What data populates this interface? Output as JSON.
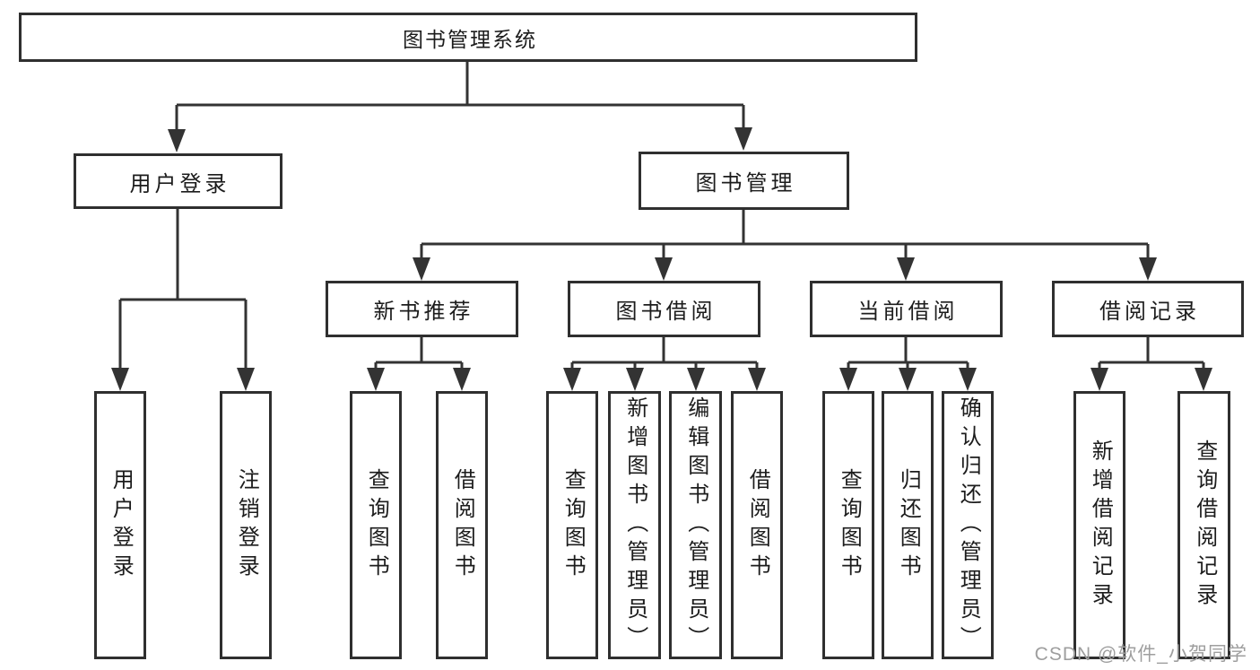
{
  "nodes": {
    "root": {
      "label": "图书管理系统"
    },
    "level2": [
      {
        "label": "用户登录"
      },
      {
        "label": "图书管理"
      }
    ],
    "level3": [
      {
        "label": "新书推荐"
      },
      {
        "label": "图书借阅"
      },
      {
        "label": "当前借阅"
      },
      {
        "label": "借阅记录"
      }
    ],
    "leaves": [
      {
        "label": "用户登录"
      },
      {
        "label": "注销登录"
      },
      {
        "label": "查询图书"
      },
      {
        "label": "借阅图书"
      },
      {
        "label": "查询图书"
      },
      {
        "label": "新增图书（管理员）"
      },
      {
        "label": "编辑图书（管理员）"
      },
      {
        "label": "借阅图书"
      },
      {
        "label": "查询图书"
      },
      {
        "label": "归还图书"
      },
      {
        "label": "确认归还（管理员）"
      },
      {
        "label": "新增借阅记录"
      },
      {
        "label": "查询借阅记录"
      }
    ]
  },
  "watermark": "CSDN @软件_小贺同学",
  "colors": {
    "line": "#333333",
    "border": "#2f2f2f",
    "text": "#1c1c1c",
    "background": "#ffffff",
    "watermark": "#9e9e9e"
  }
}
